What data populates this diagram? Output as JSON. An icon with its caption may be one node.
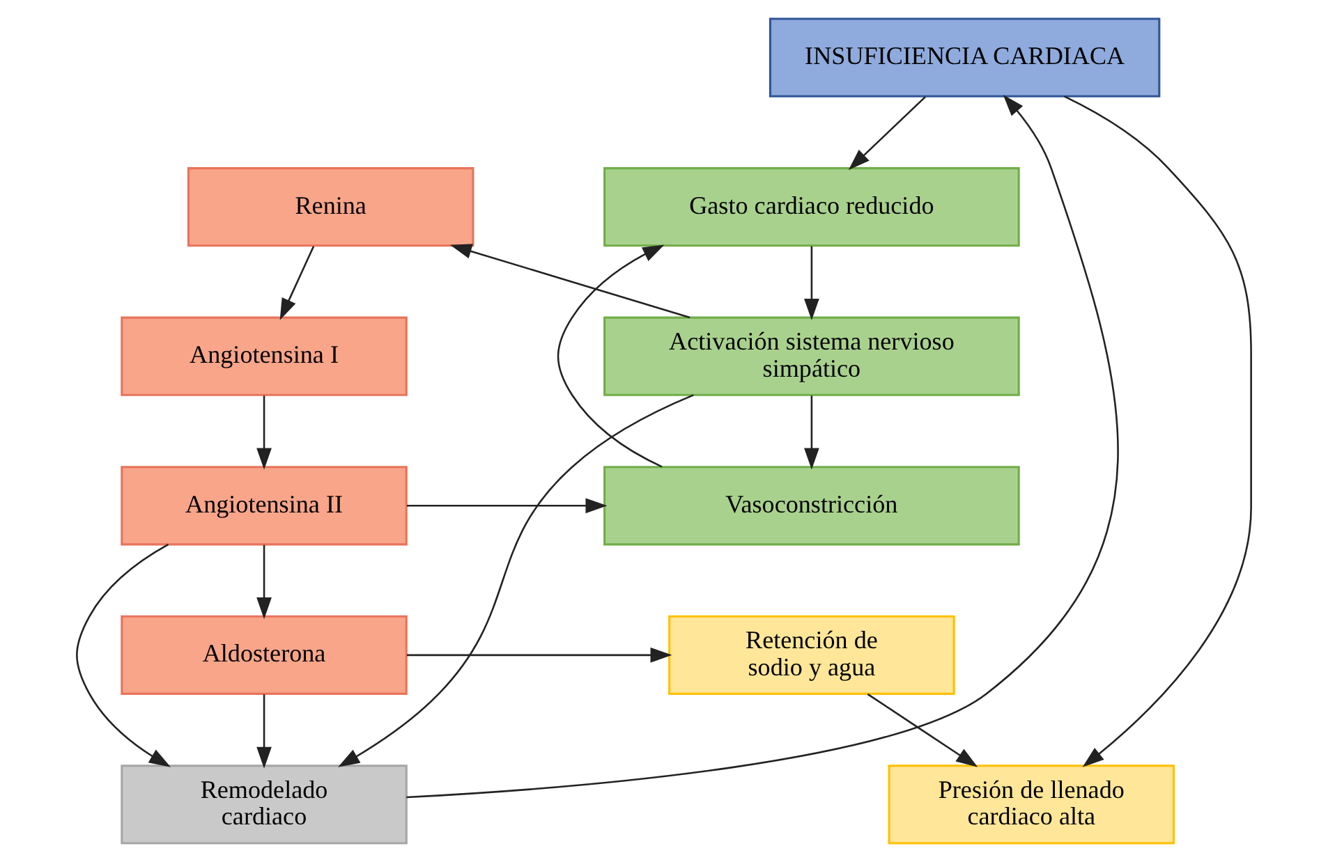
{
  "diagram": {
    "nodes": [
      {
        "text": [
          "INSUFICIENCIA CARDIACA"
        ]
      },
      {
        "text": [
          "Gasto cardiaco reducido"
        ]
      },
      {
        "text": [
          "Presión de llenado cardiaco alta"
        ]
      },
      {
        "text": [
          "Renina"
        ]
      },
      {
        "text": [
          "Activación sistema nervioso simpático"
        ]
      },
      {
        "text": [
          "Angiotensina I"
        ]
      },
      {
        "text": [
          "Angiotensina II"
        ]
      },
      {
        "text": [
          "Vasoconstricción"
        ]
      },
      {
        "text": [
          "Aldosterona"
        ]
      },
      {
        "text": [
          "Retención de sodio y agua"
        ]
      },
      {
        "text": [
          "Remodelado cardiaco"
        ]
      }
    ],
    "edges": [
      {
        "from": 0,
        "to": 1,
        "arrow": "to"
      },
      {
        "from": 0,
        "to": 2,
        "arrow": "to"
      },
      {
        "from": 1,
        "to": 4,
        "arrow": "to"
      },
      {
        "from": 4,
        "to": 3,
        "arrow": "to"
      },
      {
        "from": 4,
        "to": 7,
        "arrow": "to"
      },
      {
        "from": 4,
        "to": 10,
        "arrow": "to"
      },
      {
        "from": 7,
        "to": 1,
        "arrow": "to"
      },
      {
        "from": 3,
        "to": 5,
        "arrow": "to"
      },
      {
        "from": 5,
        "to": 6,
        "arrow": "to"
      },
      {
        "from": 6,
        "to": 8,
        "arrow": "to"
      },
      {
        "from": 6,
        "to": 7,
        "arrow": "to"
      },
      {
        "from": 6,
        "to": 10,
        "arrow": "to"
      },
      {
        "from": 8,
        "to": 9,
        "arrow": "to"
      },
      {
        "from": 8,
        "to": 10,
        "arrow": "to"
      },
      {
        "from": 9,
        "to": 2,
        "arrow": "to"
      },
      {
        "from": 10,
        "to": 0,
        "arrow": "to"
      }
    ]
  }
}
